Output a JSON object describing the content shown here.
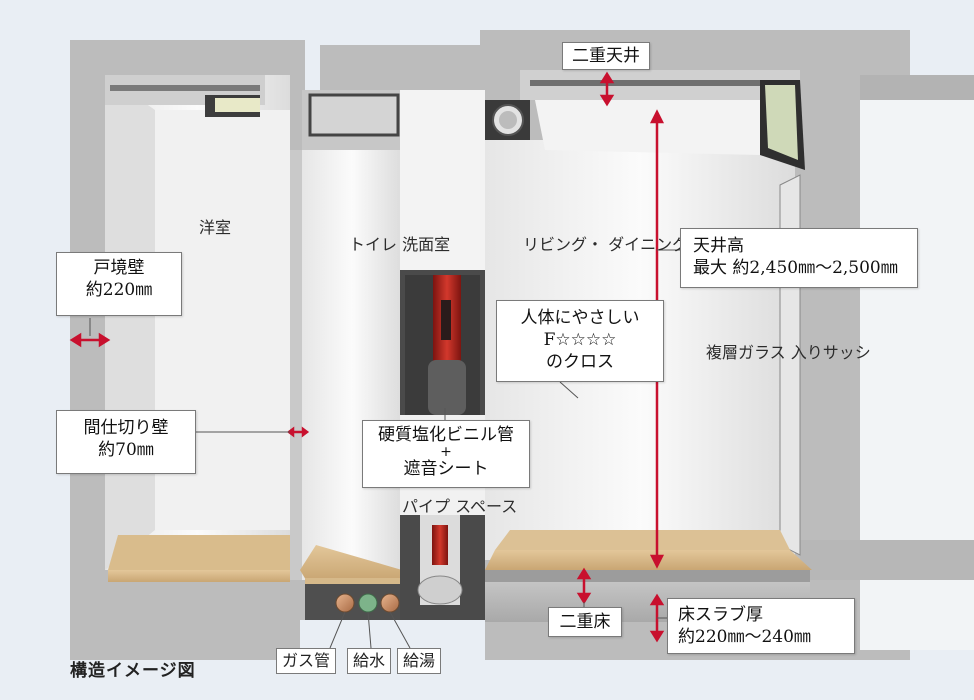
{
  "callouts": {
    "double_ceiling": "二重天井",
    "dividing_wall": {
      "line1": "戸境壁",
      "line2": "約220㎜"
    },
    "partition_wall": {
      "line1": "間仕切り壁",
      "line2": "約70㎜"
    },
    "ceiling_height": {
      "line1": "天井高",
      "line2": "最大 約2,450㎜～2,500㎜"
    },
    "cloth": {
      "line1": "人体にやさしい",
      "line2": "F☆☆☆☆",
      "line3": "のクロス"
    },
    "pvc_pipe": {
      "line1": "硬質塩化ビニル管",
      "line2": "+",
      "line3": "遮音シート"
    },
    "double_floor": "二重床",
    "slab": {
      "line1": "床スラブ厚",
      "line2": "約220㎜～240㎜"
    },
    "gas_pipe": "ガス管",
    "water_supply": "給水",
    "hot_water": "給湯"
  },
  "rooms": {
    "western": "洋室",
    "toilet": {
      "line1": "トイレ",
      "line2": "洗面室"
    },
    "living": {
      "line1": "リビング・",
      "line2": "ダイニング"
    },
    "sash": {
      "line1": "複層ガラス",
      "line2": "入りサッシ"
    },
    "pipe_space": {
      "line1": "パイプ",
      "line2": "スペース"
    }
  },
  "caption": "構造イメージ図",
  "colors": {
    "arrow": "#c8102e",
    "concrete": "#b9b9b9",
    "wall_white": "#f4f4f4",
    "floor_wood": "#d6b98a",
    "background": "#e9eef4"
  }
}
